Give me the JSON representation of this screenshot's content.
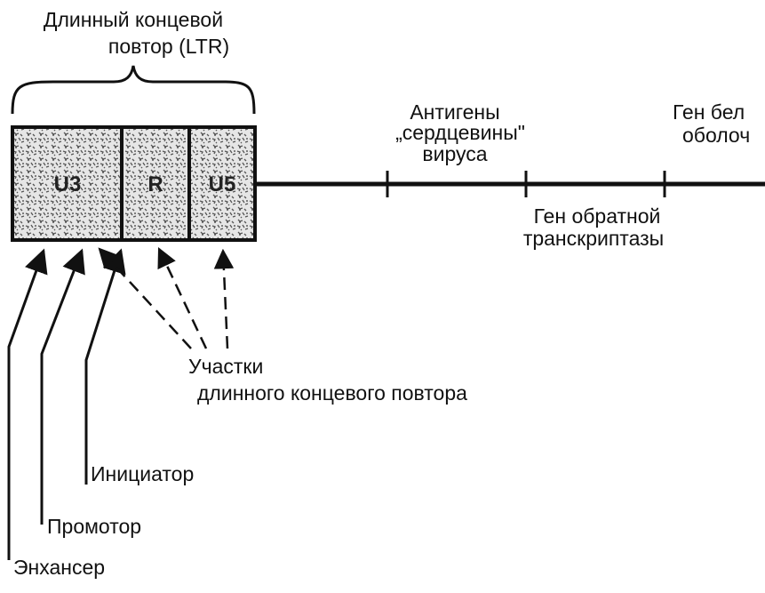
{
  "ltr_title": {
    "line1": "Длинный концевой",
    "line2": "повтор (LTR)"
  },
  "ltr_segments": [
    {
      "label": "U3"
    },
    {
      "label": "R"
    },
    {
      "label": "U5"
    }
  ],
  "genes": {
    "gag": {
      "line1": "Антигены",
      "line2": "„сердцевины\"",
      "line3": "вируса"
    },
    "pol": {
      "line1": "Ген обратной",
      "line2": "транскриптазы"
    },
    "env": {
      "line1": "Ген бел",
      "line2": "оболоч"
    }
  },
  "ltr_regions": {
    "line1": "Участки",
    "line2": "длинного концевого повтора"
  },
  "elements": {
    "initiator": "Инициатор",
    "promoter": "Промотор",
    "enhancer": "Энхансер"
  },
  "colors": {
    "ink": "#111111",
    "box_fill": "#d9d9d9"
  }
}
